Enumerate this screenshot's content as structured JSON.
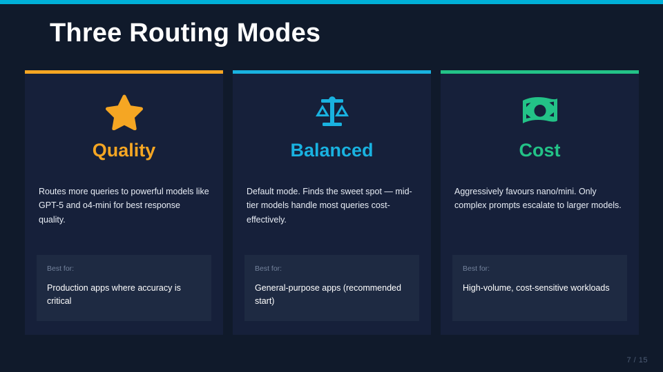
{
  "slide": {
    "title": "Three Routing Modes",
    "page_indicator": "7 / 15",
    "top_accent_color": "#00b0d8",
    "background_color": "#101a2b",
    "card_background": "#16203a",
    "bestfor_background": "#1e2a42"
  },
  "cards": [
    {
      "icon": "star-icon",
      "heading": "Quality",
      "accent_color": "#f5a623",
      "description": "Routes more queries to powerful models like GPT-5 and o4-mini for best response quality.",
      "bestfor_label": "Best for:",
      "bestfor_value": "Production apps where accuracy is critical"
    },
    {
      "icon": "balance-scale-icon",
      "heading": "Balanced",
      "accent_color": "#19b2e0",
      "description": "Default mode. Finds the sweet spot — mid-tier models handle most queries cost-effectively.",
      "bestfor_label": "Best for:",
      "bestfor_value": "General-purpose apps (recommended start)"
    },
    {
      "icon": "banknote-icon",
      "heading": "Cost",
      "accent_color": "#23c287",
      "description": "Aggressively favours nano/mini. Only complex prompts escalate to larger models.",
      "bestfor_label": "Best for:",
      "bestfor_value": "High-volume, cost-sensitive workloads"
    }
  ]
}
